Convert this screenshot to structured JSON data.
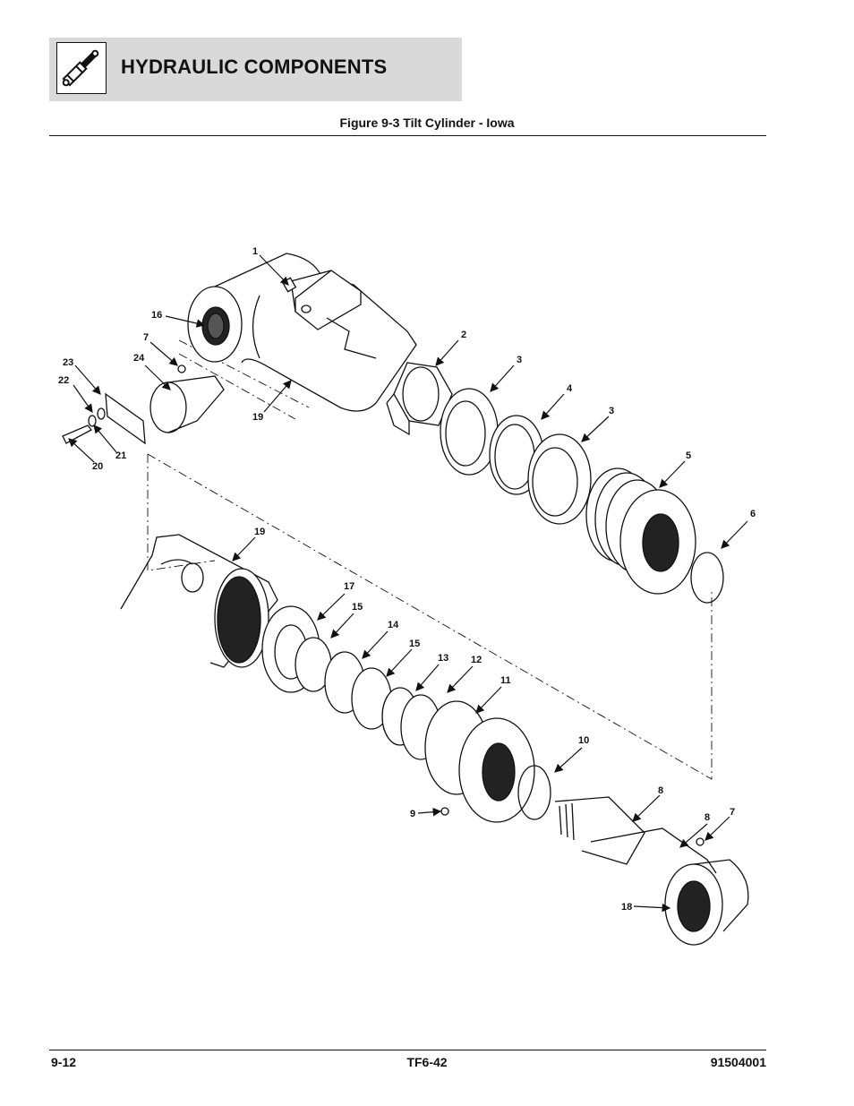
{
  "header": {
    "section_title": "HYDRAULIC COMPONENTS",
    "icon": "hydraulic-cylinder-icon"
  },
  "figure": {
    "title": "Figure 9-3 Tilt Cylinder - Iowa",
    "callouts": [
      "1",
      "2",
      "3",
      "4",
      "3",
      "5",
      "6",
      "16",
      "7",
      "24",
      "23",
      "22",
      "21",
      "20",
      "19",
      "19",
      "17",
      "15",
      "14",
      "15",
      "13",
      "12",
      "11",
      "10",
      "9",
      "8",
      "8",
      "7",
      "18"
    ]
  },
  "footer": {
    "page_number": "9-12",
    "model": "TF6-42",
    "part_number": "91504001"
  }
}
